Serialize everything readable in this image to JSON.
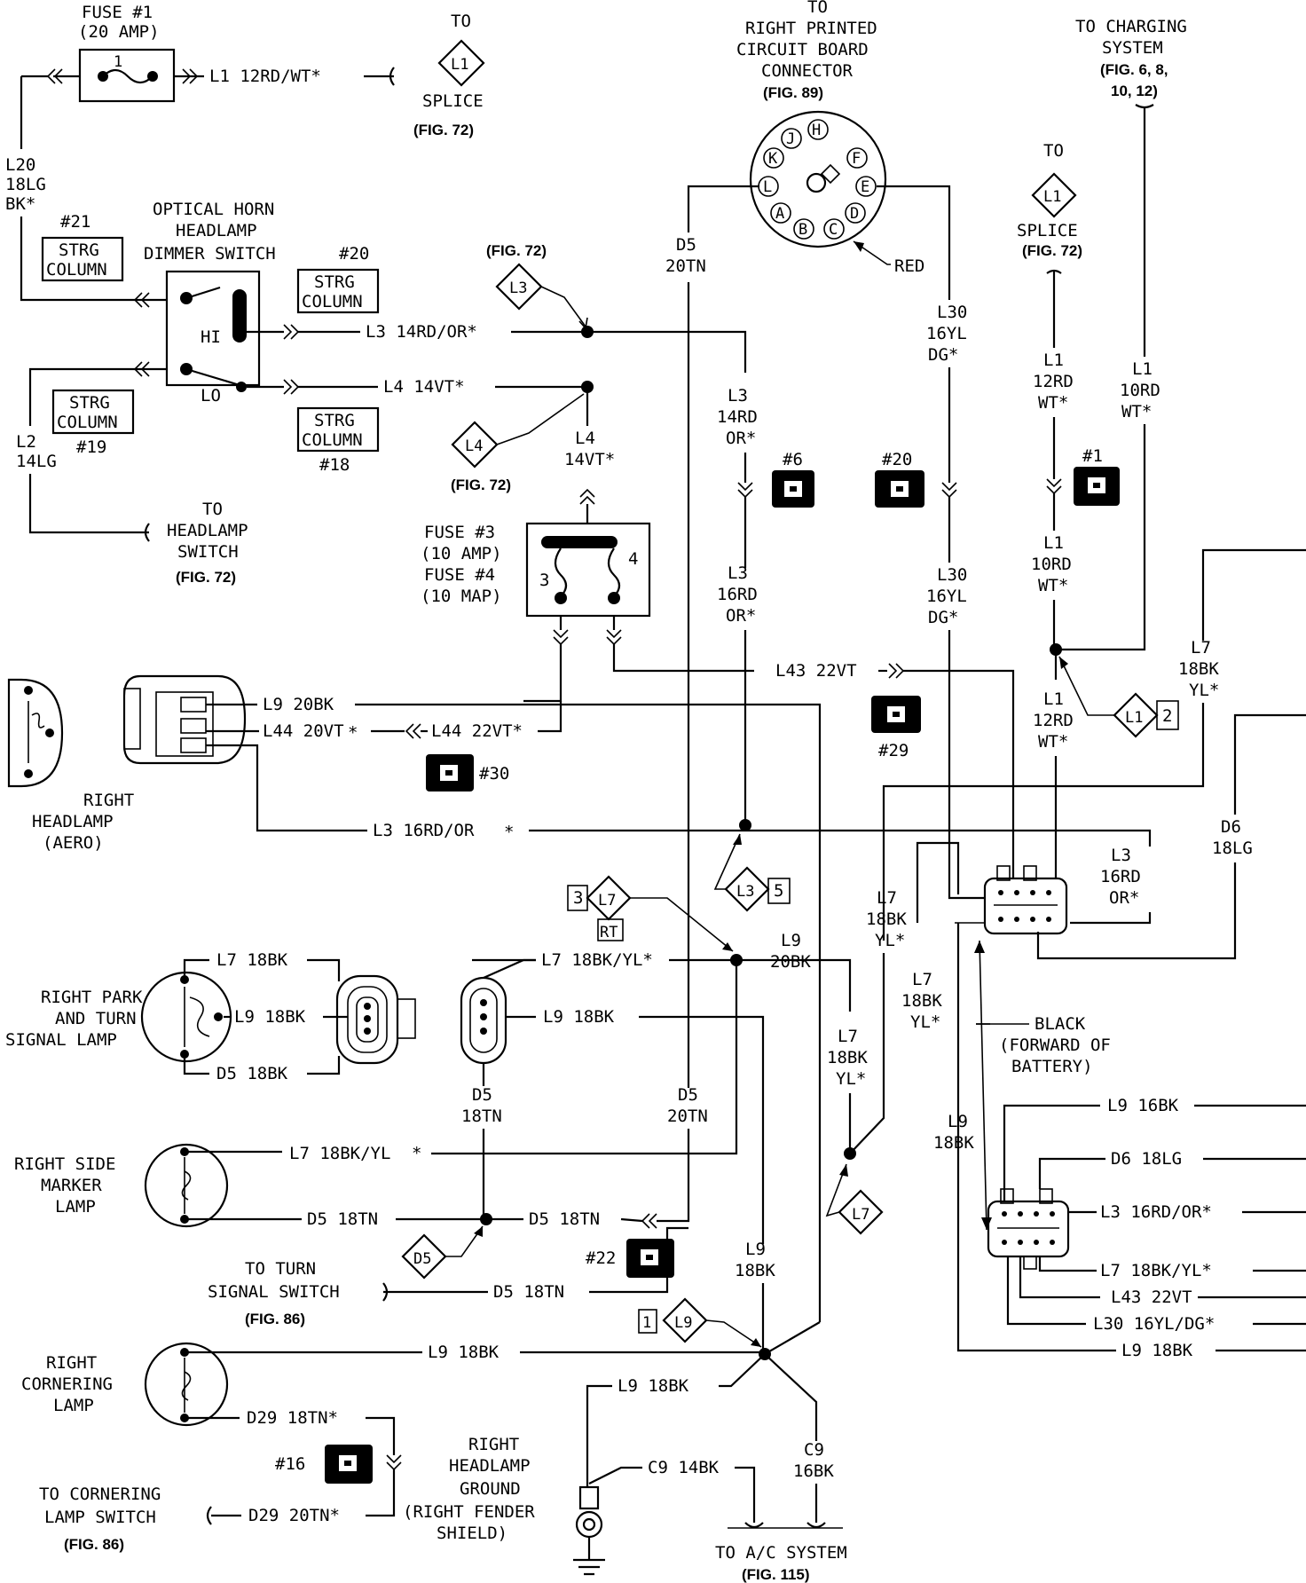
{
  "fuse1": {
    "title": "FUSE #1",
    "amp": "(20 AMP)",
    "num": "1"
  },
  "l1_top": "L1 12RD/WT*",
  "splice_l1_top": {
    "to": "TO",
    "id": "L1",
    "name": "SPLICE",
    "fig": "(FIG. 72)"
  },
  "l20": [
    "L20",
    "18LG",
    "BK*"
  ],
  "strg": {
    "line1": "STRG",
    "line2": "COLUMN"
  },
  "conn_ids": {
    "c21": "#21",
    "c20": "#20",
    "c19": "#19",
    "c18": "#18"
  },
  "dimmer_switch": {
    "line1": "OPTICAL HORN",
    "line2": "HEADLAMP",
    "line3": "DIMMER SWITCH",
    "hi": "HI",
    "lo": "LO"
  },
  "l3_top": "L3 14RD/OR*",
  "l4_top": "L4 14VT*",
  "fig72": "(FIG. 72)",
  "l3_diamond": "L3",
  "l4_diamond": "L4",
  "l2": [
    "L2",
    "14LG"
  ],
  "headlamp_switch": {
    "line1": "TO",
    "line2": "HEADLAMP",
    "line3": "SWITCH",
    "fig": "(FIG. 72)"
  },
  "l4_vert": [
    "L4",
    "14VT*"
  ],
  "fuse34": {
    "line1": "FUSE #3",
    "line2": "(10 AMP)",
    "line3": "FUSE #4",
    "line4": "(10 MAP)",
    "n3": "3",
    "n4": "4"
  },
  "pcb_connector": {
    "line1": "TO",
    "line2": "RIGHT PRINTED",
    "line3": "CIRCUIT BOARD",
    "line4": "CONNECTOR",
    "fig": "(FIG. 89)",
    "red": "RED",
    "pins": [
      "H",
      "F",
      "E",
      "D",
      "C",
      "B",
      "A",
      "L",
      "K",
      "J"
    ]
  },
  "d5_top": [
    "D5",
    "20TN"
  ],
  "l30_a": [
    "L30",
    "16YL",
    "DG*"
  ],
  "l3_mid": [
    "L3",
    "14RD",
    "OR*"
  ],
  "conn6": "#6",
  "conn20b": "#20",
  "charging": {
    "line1": "TO CHARGING",
    "line2": "SYSTEM",
    "fig1": "(FIG. 6, 8,",
    "fig2": "10, 12)"
  },
  "splice_l1_right": {
    "to": "TO",
    "id": "L1",
    "name": "SPLICE",
    "fig": "(FIG. 72)"
  },
  "l1_12rd_a": [
    "L1",
    "12RD",
    "WT*"
  ],
  "l1_10rd_a": [
    "L1",
    "10RD",
    "WT*"
  ],
  "conn1": "#1",
  "l3_16rd": [
    "L3",
    "16RD",
    "OR*"
  ],
  "l30_b": [
    "L30",
    "16YL",
    "DG*"
  ],
  "l1_10rd_b": [
    "L1",
    "10RD",
    "WT*"
  ],
  "l7_right": [
    "L7",
    "18BK",
    "YL*"
  ],
  "l1_diamond2": {
    "id": "L1",
    "num": "2"
  },
  "l1_12rd_b": [
    "L1",
    "12RD",
    "WT*"
  ],
  "l43_top": "L43 22VT",
  "conn29": "#29",
  "l9_20bk": "L9 20BK",
  "l44_a": "L44 20VT",
  "l44_b": "L44 22VT*",
  "conn30": "#30",
  "right_headlamp": {
    "line1": "RIGHT",
    "line2": "HEADLAMP",
    "line3": "(AERO)"
  },
  "l3_16rd_long": "L3 16RD/OR",
  "l3_16rd_b": [
    "L3",
    "16RD",
    "OR*"
  ],
  "d6": [
    "D6",
    "18LG"
  ],
  "l3_diamond5": {
    "id": "L3",
    "num": "5"
  },
  "l7_diamond3": {
    "num": "3",
    "id": "L7",
    "rt": "RT"
  },
  "l7_18bkyl": "L7 18BK/YL*",
  "l9_20bk_vert": [
    "L9",
    "20BK"
  ],
  "l7_v1": [
    "L7",
    "18BK",
    "YL*"
  ],
  "l7_v2": [
    "L7",
    "18BK",
    "YL*"
  ],
  "l7_v3": [
    "L7",
    "18BK",
    "YL*"
  ],
  "black_conn": {
    "line1": "BLACK",
    "line2": "(FORWARD OF",
    "line3": "BATTERY)"
  },
  "park_lamp": {
    "line1": "RIGHT PARK",
    "line2": "AND TURN",
    "line3": "SIGNAL LAMP",
    "l7": "L7 18BK",
    "l9": "L9 18BK",
    "d5": "D5 18BK"
  },
  "l9_18bk_mid": "L9 18BK",
  "d5_18tn_v": [
    "D5",
    "18TN"
  ],
  "d5_20tn_v": [
    "D5",
    "20TN"
  ],
  "l9_18bk_v": [
    "L9",
    "18BK"
  ],
  "l9_v_right": [
    "L9",
    "18BK"
  ],
  "side_marker": {
    "line1": "RIGHT SIDE",
    "line2": "MARKER",
    "line3": "LAMP",
    "l7": "L7 18BK/YL",
    "d5": "D5 18TN"
  },
  "d5_diamond": "D5",
  "d5_18tn_b": "D5 18TN",
  "conn22": "#22",
  "turn_switch": {
    "line1": "TO TURN",
    "line2": "SIGNAL SWITCH",
    "fig": "(FIG. 86)",
    "d5": "D5 18TN"
  },
  "l9_diamond1": {
    "num": "1",
    "id": "L9"
  },
  "l7_diamond": "L7",
  "cornering_lamp": {
    "line1": "RIGHT",
    "line2": "CORNERING",
    "line3": "LAMP",
    "l9": "L9 18BK",
    "d29": "D29 18TN*"
  },
  "l9_18bk_gnd": "L9 18BK",
  "c9_14bk": "C9 14BK",
  "c9_16bk": [
    "C9",
    "16BK"
  ],
  "ground": {
    "line1": "RIGHT",
    "line2": "HEADLAMP",
    "line3": "GROUND",
    "line4": "(RIGHT FENDER",
    "line5": "SHIELD)"
  },
  "conn16": "#16",
  "cornering_switch": {
    "line1": "TO CORNERING",
    "line2": "LAMP SWITCH",
    "fig": "(FIG. 86)",
    "d29": "D29 20TN*"
  },
  "ac_system": {
    "line1": "TO A/C SYSTEM",
    "fig": "(FIG. 115)"
  },
  "lower_conn_labels": [
    "L9 16BK",
    "D6 18LG",
    "L3 16RD/OR*",
    "L7 18BK/YL*",
    "L43 22VT",
    "L30 16YL/DG*",
    "L9 18BK"
  ]
}
